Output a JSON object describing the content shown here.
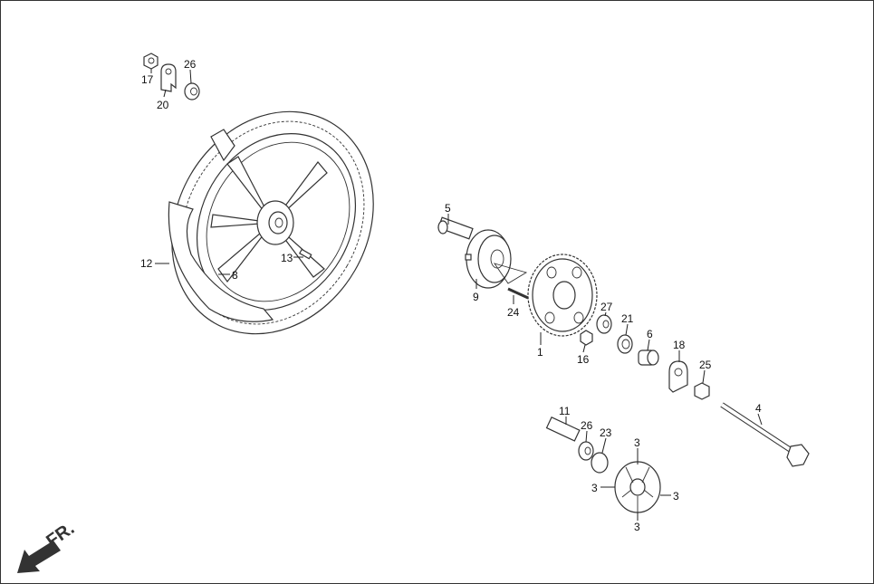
{
  "diagram": {
    "callouts": [
      {
        "id": "17",
        "part": "nut"
      },
      {
        "id": "20",
        "part": "chain-adjuster-plate"
      },
      {
        "id": "26",
        "part": "bearing"
      },
      {
        "id": "12",
        "part": "tire"
      },
      {
        "id": "8",
        "part": "rear-wheel-rim"
      },
      {
        "id": "13",
        "part": "valve"
      },
      {
        "id": "5",
        "part": "stud-bolt"
      },
      {
        "id": "9",
        "part": "sprocket-hub"
      },
      {
        "id": "24",
        "part": "bolt"
      },
      {
        "id": "1",
        "part": "driven-sprocket"
      },
      {
        "id": "16",
        "part": "nut"
      },
      {
        "id": "27",
        "part": "bearing"
      },
      {
        "id": "21",
        "part": "oil-seal"
      },
      {
        "id": "6",
        "part": "collar"
      },
      {
        "id": "18",
        "part": "chain-adjuster-plate"
      },
      {
        "id": "25",
        "part": "nut"
      },
      {
        "id": "4",
        "part": "rear-axle"
      },
      {
        "id": "11",
        "part": "collar"
      },
      {
        "id": "26",
        "part": "bearing"
      },
      {
        "id": "23",
        "part": "o-ring"
      },
      {
        "id": "3",
        "part": "damper-rubber"
      },
      {
        "id": "3",
        "part": "damper-rubber"
      },
      {
        "id": "3",
        "part": "damper-rubber"
      },
      {
        "id": "3",
        "part": "damper-rubber"
      }
    ],
    "direction_label": "FR."
  }
}
